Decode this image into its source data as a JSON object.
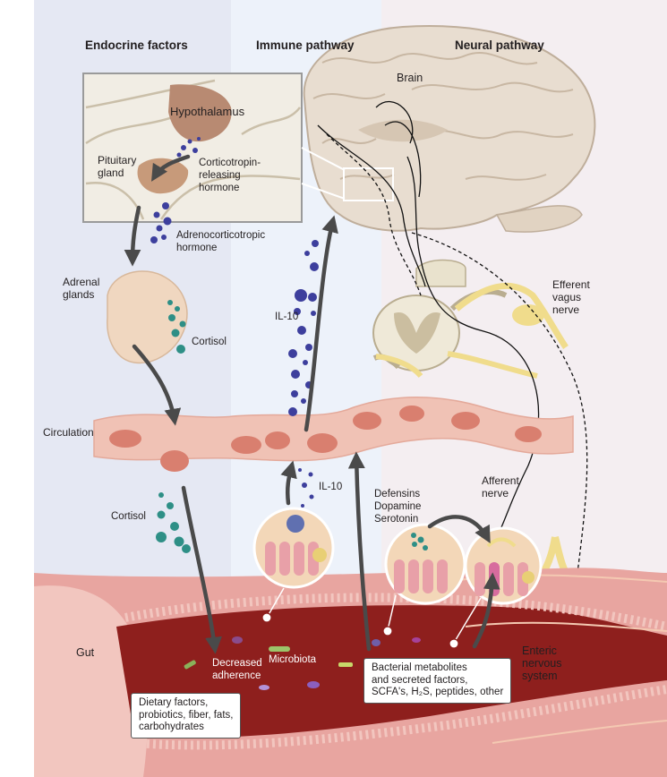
{
  "colors": {
    "endocrine_bg": "#e5e8f3",
    "immune_bg": "#edf2fa",
    "neural_bg": "#f4eef1",
    "gut_wall": "#e8a5a0",
    "lumen": "#8e1f1d",
    "vessel": "#f0c2b5",
    "rbc": "#d97f6f",
    "blue_dots": "#3d3f9d",
    "teal_dots": "#2e8f86",
    "arrow": "#4a4a4a",
    "nerve_yellow": "#f0dc8c"
  },
  "headers": {
    "endocrine": "Endocrine factors",
    "immune": "Immune pathway",
    "neural": "Neural pathway"
  },
  "labels": {
    "hypothalamus": "Hypothalamus",
    "pituitary": "Pituitary\ngland",
    "crh": "Corticotropin-\nreleasing\nhormone",
    "acth": "Adrenocorticotropic\nhormone",
    "adrenal": "Adrenal\nglands",
    "cortisol_top": "Cortisol",
    "circulation": "Circulation",
    "cortisol_bottom": "Cortisol",
    "brain": "Brain",
    "il10_top": "IL-10",
    "il10_bottom": "IL-10",
    "efferent": "Efferent\nvagus\nnerve",
    "afferent": "Afferent\nnerve",
    "defensins": "Defensins\nDopamine\nSerotonin",
    "gut": "Gut",
    "decreased_adherence": "Decreased\nadherence",
    "microbiota": "Microbiota",
    "enteric": "Enteric\nnervous\nsystem",
    "dietary_box": "Dietary factors,\nprobiotics, fiber, fats,\ncarbohydrates",
    "bacterial_box": "Bacterial metabolites\nand secreted factors,\nSCFA's, H₂S, peptides, other"
  }
}
